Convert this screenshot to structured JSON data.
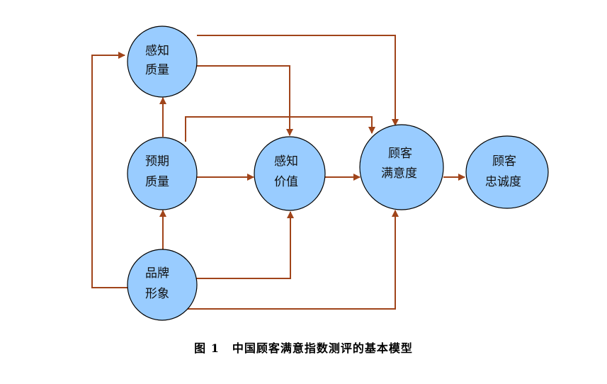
{
  "colors": {
    "node_fill": "#99ccff",
    "node_stroke": "#000000",
    "arrow": "#a0441a"
  },
  "nodes": {
    "perceived_quality": {
      "line1": "感知",
      "line2": "质量"
    },
    "expected_quality": {
      "line1": "预期",
      "line2": "质量"
    },
    "brand_image": {
      "line1": "品牌",
      "line2": "形象"
    },
    "perceived_value": {
      "line1": "感知",
      "line2": "价值"
    },
    "customer_satisfaction": {
      "line1": "顾客",
      "line2": "满意度"
    },
    "customer_loyalty": {
      "line1": "顾客",
      "line2": "忠诚度"
    }
  },
  "caption": {
    "figure_number": "图 1",
    "title": "中国顾客满意指数测评的基本模型"
  }
}
